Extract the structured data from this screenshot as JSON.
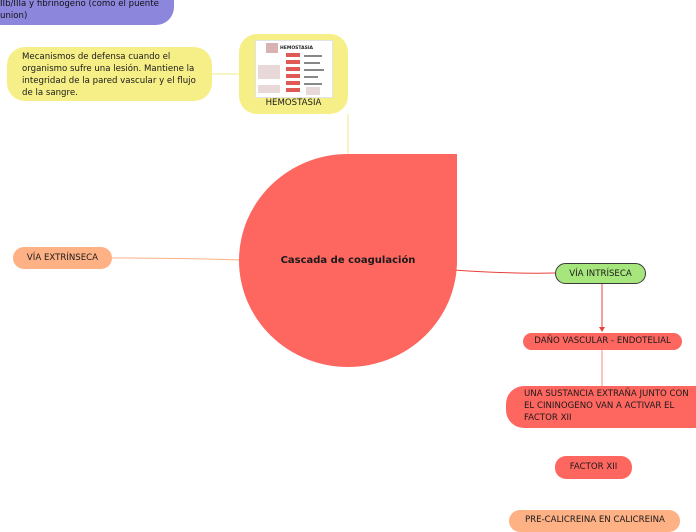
{
  "center": {
    "title": "Cascada de coagulación"
  },
  "top_node": {
    "text": "IIb/IIIa y fibrinogeno (como el puente union)"
  },
  "definition": {
    "text": "Mecanismos de defensa cuando el organismo sufre una lesión. Mantiene la integridad de la pared vascular y el flujo de la sangre."
  },
  "hemostasia": {
    "label": "HEMOSTASIA",
    "thumbnail_title": "HEMOSTASIA"
  },
  "via_extrinseca": {
    "label": "VÍA EXTRÍNSECA"
  },
  "via_intrinseca": {
    "label": "VÍA INTRÍSECA",
    "steps": [
      "DAÑO VASCULAR - ENDOTELIAL",
      "UNA SUSTANCIA EXTRAÑA JUNTO CON EL CININOGENO VAN A ACTIVAR EL FACTOR XII",
      "FACTOR XII",
      "PRE-CALICREINA EN CALICREINA"
    ]
  },
  "colors": {
    "central_red": "#fe6660",
    "yellow": "#f6ef87",
    "purple": "#8d86dd",
    "orange": "#fdb185",
    "green": "#a7e57d"
  }
}
